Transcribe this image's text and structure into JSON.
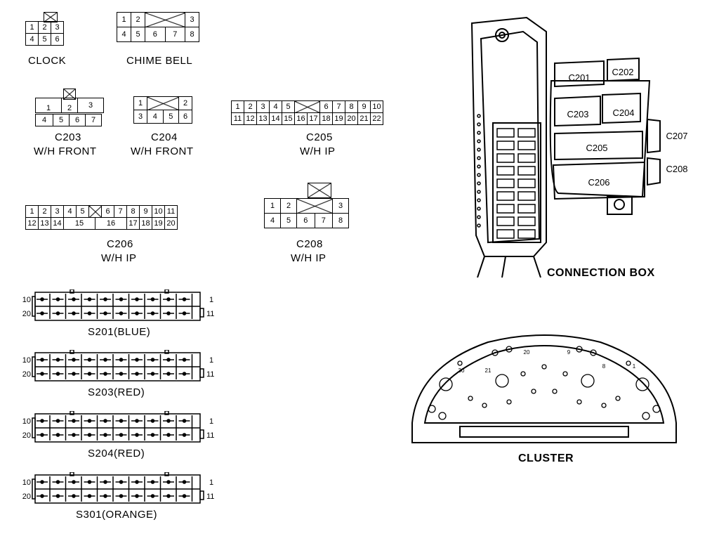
{
  "connectors": {
    "clock": {
      "label": "CLOCK",
      "row1": [
        "1",
        "2",
        "3"
      ],
      "row2": [
        "4",
        "5",
        "6"
      ]
    },
    "chime_bell": {
      "label": "CHIME BELL",
      "row1": [
        "1",
        "2",
        "3"
      ],
      "row2": [
        "4",
        "5",
        "6",
        "7",
        "8"
      ]
    },
    "c203": {
      "label": "C203",
      "sub": "W/H FRONT",
      "row1": [
        "1",
        "2",
        "3"
      ],
      "row2": [
        "4",
        "5",
        "6",
        "7"
      ]
    },
    "c204": {
      "label": "C204",
      "sub": "W/H FRONT",
      "row1": [
        "1",
        "2"
      ],
      "row2": [
        "3",
        "4",
        "5",
        "6"
      ]
    },
    "c205": {
      "label": "C205",
      "sub": "W/H IP",
      "row1": [
        "1",
        "2",
        "3",
        "4",
        "5",
        "6",
        "7",
        "8",
        "9",
        "10"
      ],
      "row2": [
        "11",
        "12",
        "13",
        "14",
        "15",
        "16",
        "17",
        "18",
        "19",
        "20",
        "21",
        "22"
      ]
    },
    "c206": {
      "label": "C206",
      "sub": "W/H IP",
      "row1": [
        "1",
        "2",
        "3",
        "4",
        "5",
        "6",
        "7",
        "8",
        "9",
        "10",
        "11"
      ],
      "row2": [
        "12",
        "13",
        "14",
        "15",
        "16",
        "17",
        "18",
        "19",
        "20"
      ]
    },
    "c208": {
      "label": "C208",
      "sub": "W/H IP",
      "row1": [
        "1",
        "2",
        "3"
      ],
      "row2": [
        "4",
        "5",
        "6",
        "7",
        "8"
      ]
    }
  },
  "splices": [
    {
      "label": "S201(BLUE)",
      "left_top": "10",
      "left_bottom": "20",
      "right_top": "1",
      "right_bottom": "11"
    },
    {
      "label": "S203(RED)",
      "left_top": "10",
      "left_bottom": "20",
      "right_top": "1",
      "right_bottom": "11"
    },
    {
      "label": "S204(RED)",
      "left_top": "10",
      "left_bottom": "20",
      "right_top": "1",
      "right_bottom": "11"
    },
    {
      "label": "S301(ORANGE)",
      "left_top": "10",
      "left_bottom": "20",
      "right_top": "1",
      "right_bottom": "11"
    }
  ],
  "connection_box": {
    "title": "CONNECTION BOX",
    "labels": [
      "C201",
      "C202",
      "C203",
      "C204",
      "C205",
      "C206",
      "C207",
      "C208"
    ]
  },
  "cluster": {
    "title": "CLUSTER",
    "pin_labels": [
      "30",
      "21",
      "20",
      "9",
      "8",
      "1"
    ]
  }
}
